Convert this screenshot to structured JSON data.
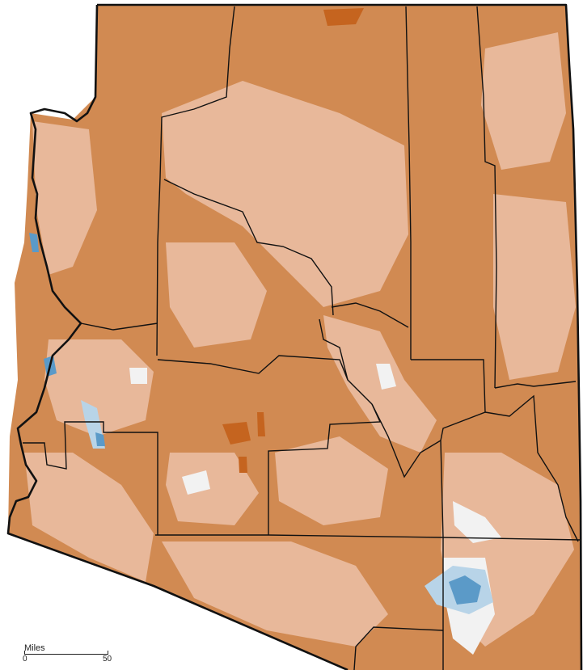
{
  "map": {
    "region": "Arizona",
    "colors": {
      "dark_brown": "#c5641f",
      "medium_brown": "#d18a52",
      "light_brown": "#e8b89a",
      "near_white": "#f2f2f2",
      "light_blue": "#b8d4e8",
      "medium_blue": "#5b9ac8",
      "boundary": "#111111"
    }
  },
  "scale": {
    "title": "Miles",
    "min_label": "0",
    "max_label": "50"
  }
}
